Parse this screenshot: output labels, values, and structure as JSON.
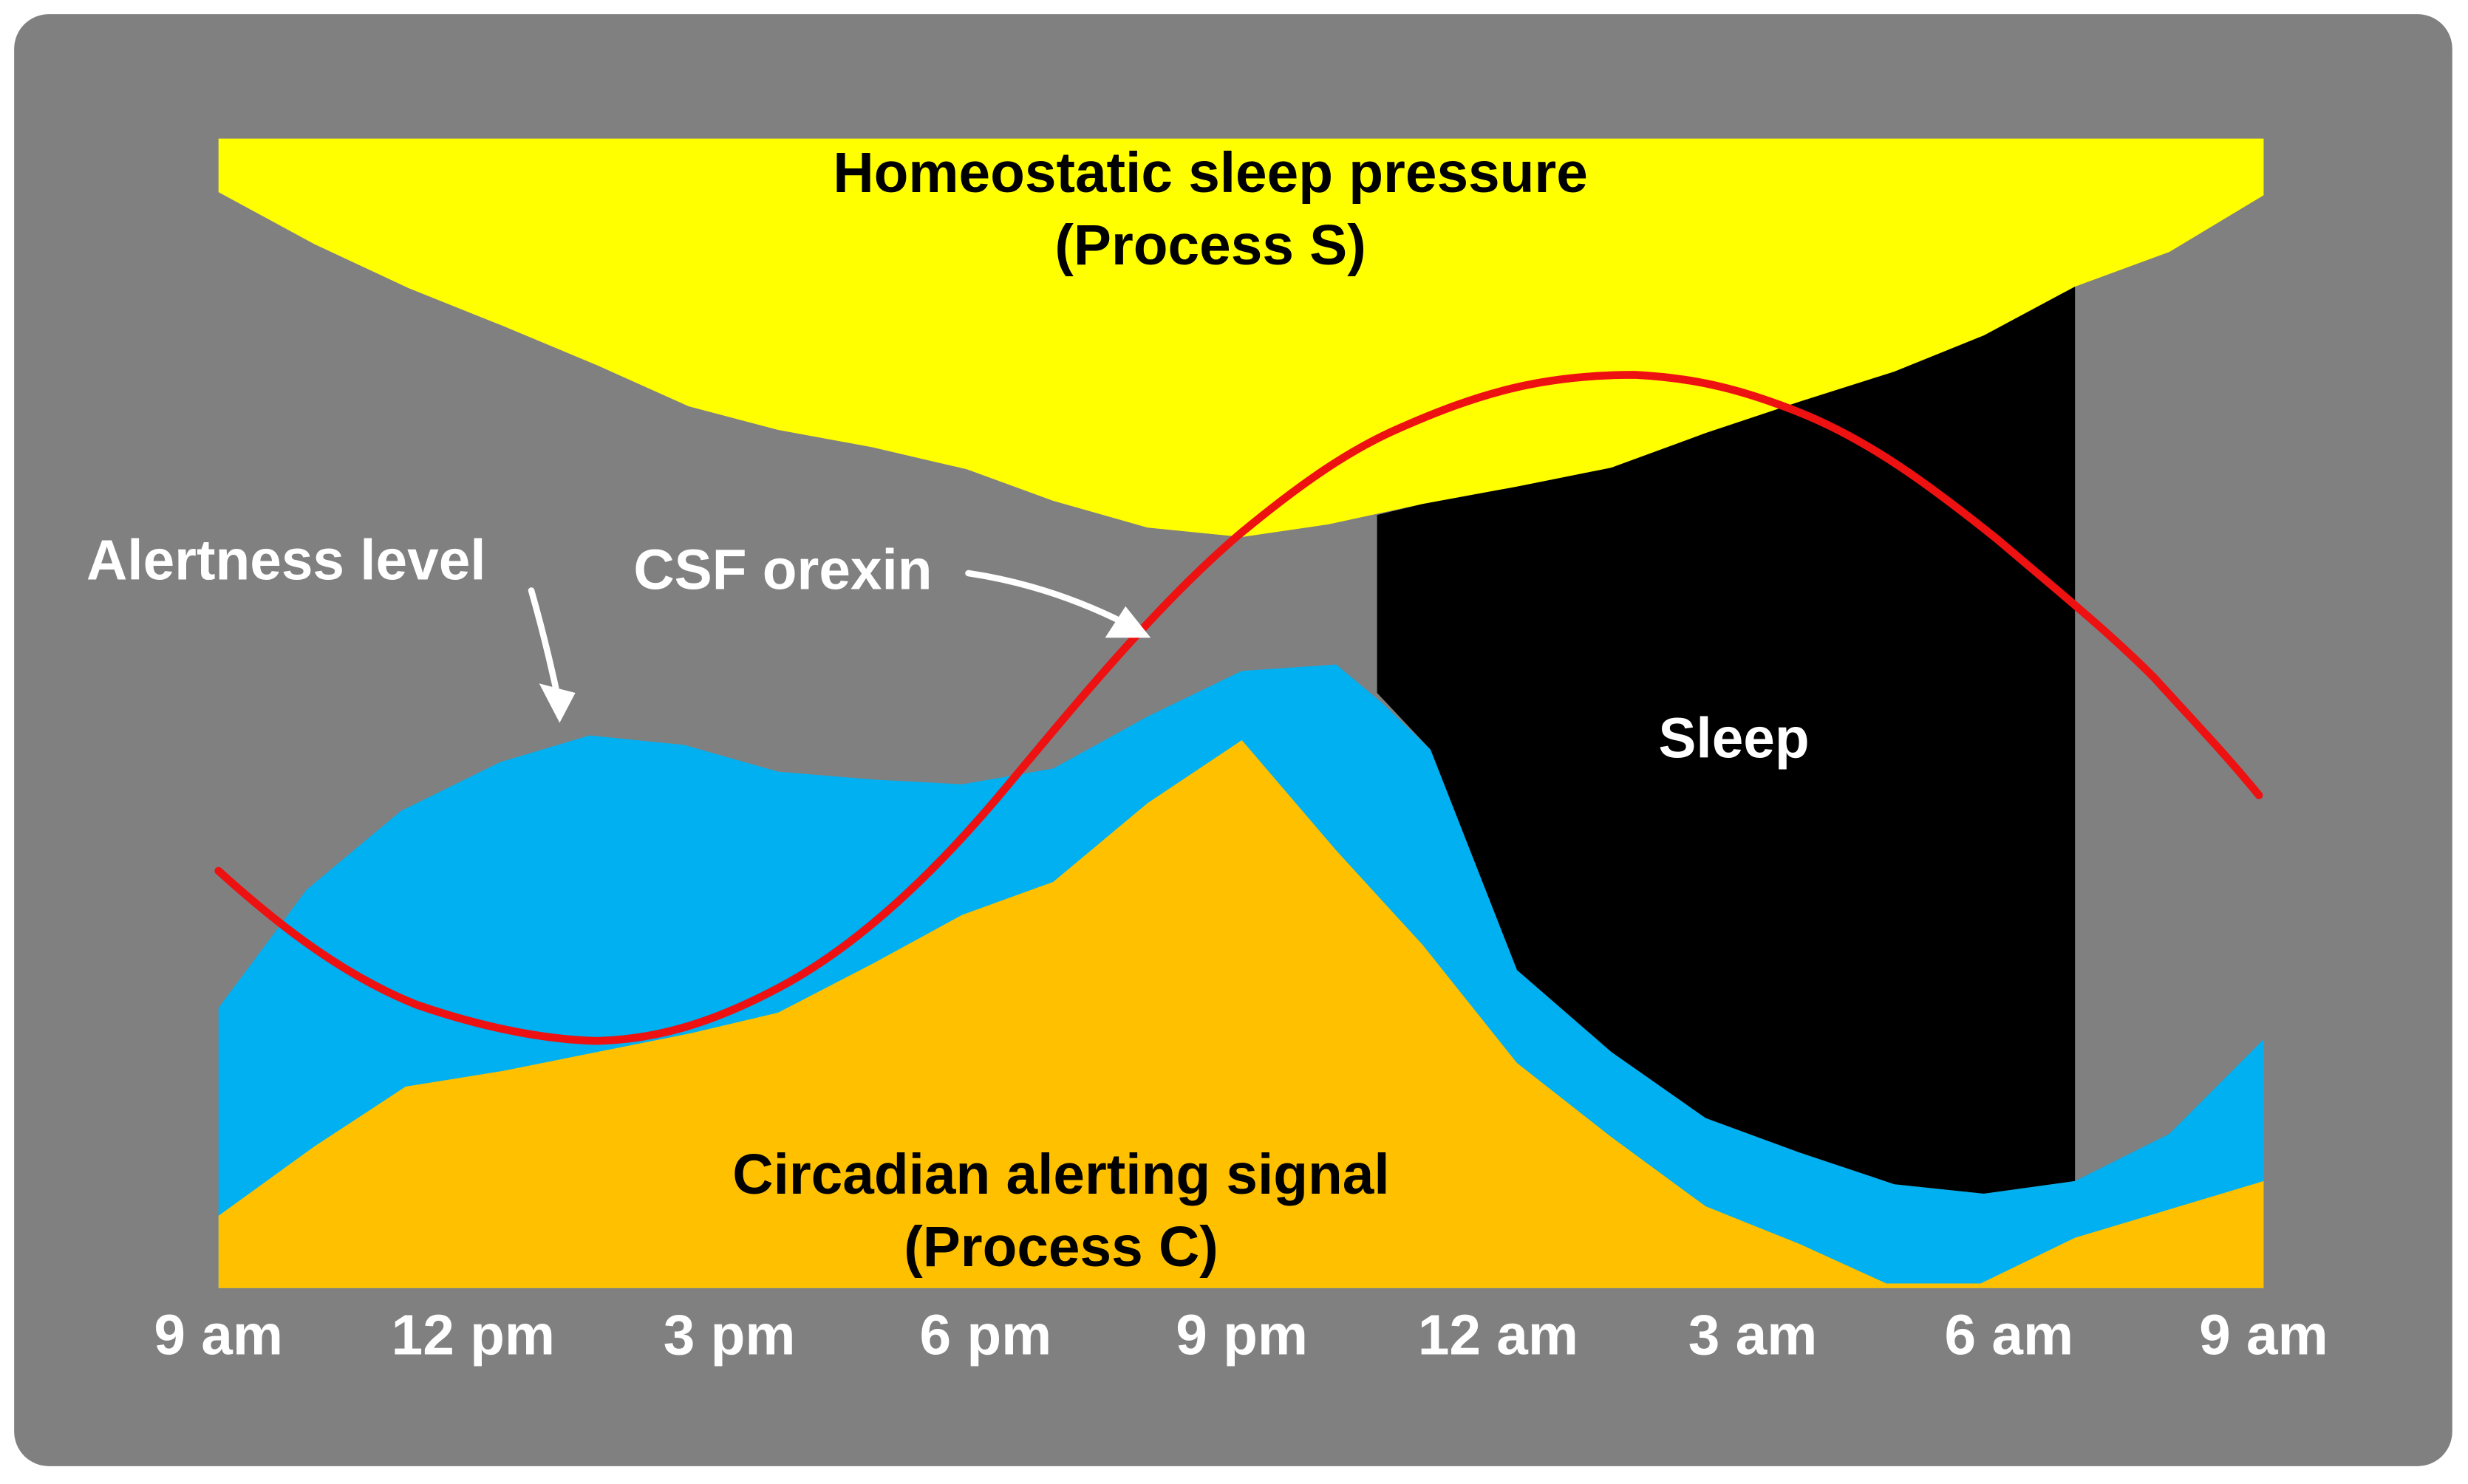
{
  "colors": {
    "frame_bg": "#808080",
    "sleep_pressure": "#ffff00",
    "alertness": "#00b0f0",
    "circadian": "#ffc000",
    "sleep": "#000000",
    "orexin": "#ee1111",
    "text_light": "#ffffff",
    "text_dark": "#000000"
  },
  "labels": {
    "process_s_title": "Homeostatic sleep pressure",
    "process_s_sub": "(Process S)",
    "process_c_title": "Circadian alerting signal",
    "process_c_sub": "(Process C)",
    "alertness": "Alertness level",
    "orexin": "CSF orexin",
    "sleep": "Sleep"
  },
  "x_axis": {
    "ticks": [
      "9 am",
      "12 pm",
      "3 pm",
      "6 pm",
      "9 pm",
      "12 am",
      "3 am",
      "6 am",
      "9 am"
    ]
  }
}
